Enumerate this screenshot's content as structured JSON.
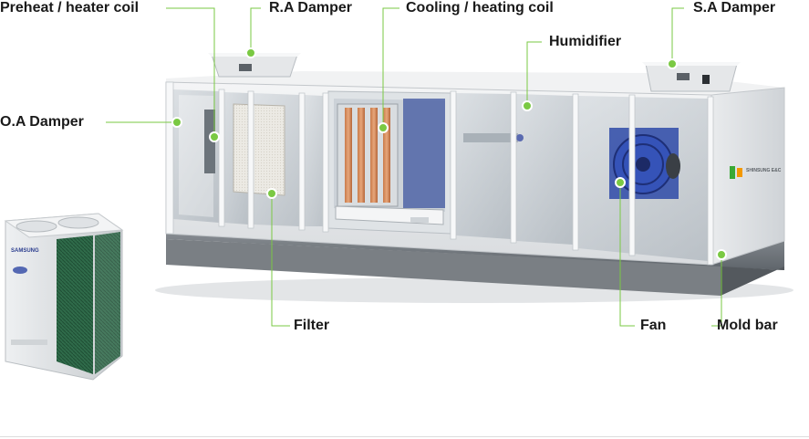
{
  "labels": {
    "preheat": "Preheat / heater coil",
    "ra_damper": "R.A Damper",
    "cooling": "Cooling / heating coil",
    "sa_damper": "S.A Damper",
    "humidifier": "Humidifier",
    "oa_damper": "O.A Damper",
    "filter": "Filter",
    "fan": "Fan",
    "mold_bar": "Mold bar"
  },
  "brand": {
    "ahu_brand": "SHINSUNG E&C",
    "outdoor_brand": "SAMSUNG"
  },
  "colors": {
    "callout_green": "#7ac943",
    "logo_green": "#3aa935",
    "logo_orange": "#f39800"
  }
}
